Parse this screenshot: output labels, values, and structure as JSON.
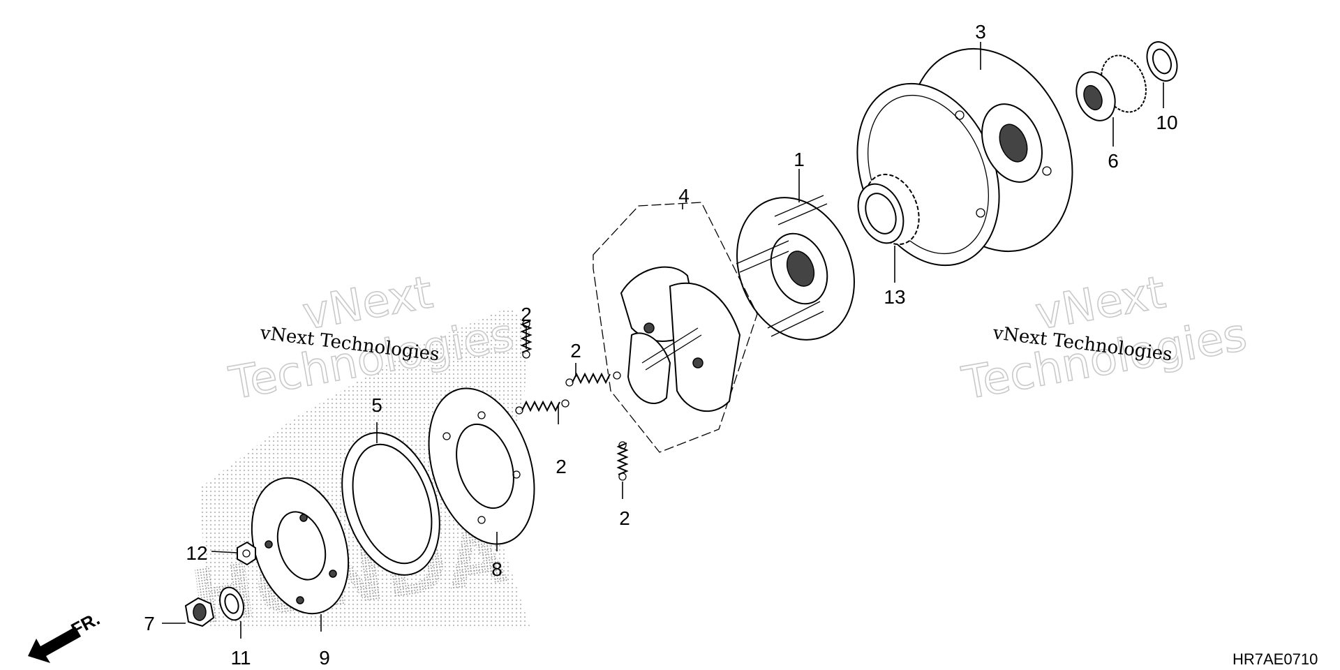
{
  "diagram_code": "HR7AE0710",
  "direction_label": "FR.",
  "watermark": {
    "left_line1": "vNext",
    "left_line2": "Technologies",
    "left_caption": "vNext Technologies",
    "right_line1": "vNext",
    "right_line2": "Technologies",
    "right_caption": "vNext Technologies",
    "brand": "HONDA"
  },
  "callouts": {
    "c1": "1",
    "c2a": "2",
    "c2b": "2",
    "c2c": "2",
    "c2d": "2",
    "c3": "3",
    "c4": "4",
    "c5": "5",
    "c6": "6",
    "c7": "7",
    "c8": "8",
    "c9": "9",
    "c10": "10",
    "c11": "11",
    "c12": "12",
    "c13": "13"
  },
  "colors": {
    "ink": "#000000",
    "halftone": "#b8b8b8",
    "watermark": "#c9c9c9"
  }
}
